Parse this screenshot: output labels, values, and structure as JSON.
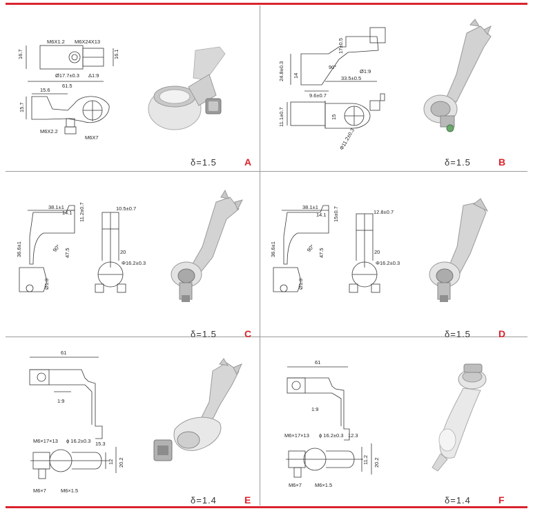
{
  "panels": [
    {
      "letter": "A",
      "delta": "δ=1.5",
      "dims": {
        "d1": "M6X1.2",
        "d2": "M6X24X13",
        "d3": "16.7",
        "d4": "16.1",
        "d5": "Ø17.7±0.3",
        "d6": "Δ1:9",
        "d7": "61.5",
        "d8": "15.6",
        "d9": "15.7",
        "d10": "M6X2.2",
        "d11": "M6X7"
      }
    },
    {
      "letter": "B",
      "delta": "δ=1.5",
      "dims": {
        "d1": "17±0.5",
        "d2": "24.8±0.3",
        "d3": "90°",
        "d4": "Ø1:9",
        "d5": "14",
        "d6": "33.5±0.5",
        "d7": "9.6±0.7",
        "d8": "11.1±0.7",
        "d9": "15",
        "d10": "Φ11.2±0.3"
      }
    },
    {
      "letter": "C",
      "delta": "δ=1.5",
      "dims": {
        "d1": "38.1±1",
        "d2": "14.1",
        "d3": "11.2±0.7",
        "d4": "10.5±0.7",
        "d5": "36.6±1",
        "d6": "90°",
        "d7": "47.5",
        "d8": "20",
        "d9": "Φ16.2±0.3",
        "d10": "Ø1:9"
      }
    },
    {
      "letter": "D",
      "delta": "δ=1.5",
      "dims": {
        "d1": "38.1±1",
        "d2": "14.1",
        "d3": "15±0.7",
        "d4": "12.8±0.7",
        "d5": "36.6±1",
        "d6": "90°",
        "d7": "47.5",
        "d8": "20",
        "d9": "Φ16.2±0.3",
        "d10": "Ø1:9"
      }
    },
    {
      "letter": "E",
      "delta": "δ=1.4",
      "dims": {
        "d1": "61",
        "d2": "1:9",
        "d3": "M6×17×13",
        "d4": "ϕ 16.2±0.3",
        "d5": "15.3",
        "d6": "12",
        "d7": "20.2",
        "d8": "M6×7",
        "d9": "M6×1.5"
      }
    },
    {
      "letter": "F",
      "delta": "δ=1.4",
      "dims": {
        "d1": "61",
        "d2": "1:9",
        "d3": "M6×17×13",
        "d4": "ϕ 16.2±0.3",
        "d5": "12.3",
        "d6": "11.2",
        "d7": "20.2",
        "d8": "M6×7",
        "d9": "M6×1.5"
      }
    }
  ],
  "colors": {
    "accent": "#d9232d",
    "metal_light": "#dcdcdc",
    "metal_dark": "#9c9c9c"
  }
}
